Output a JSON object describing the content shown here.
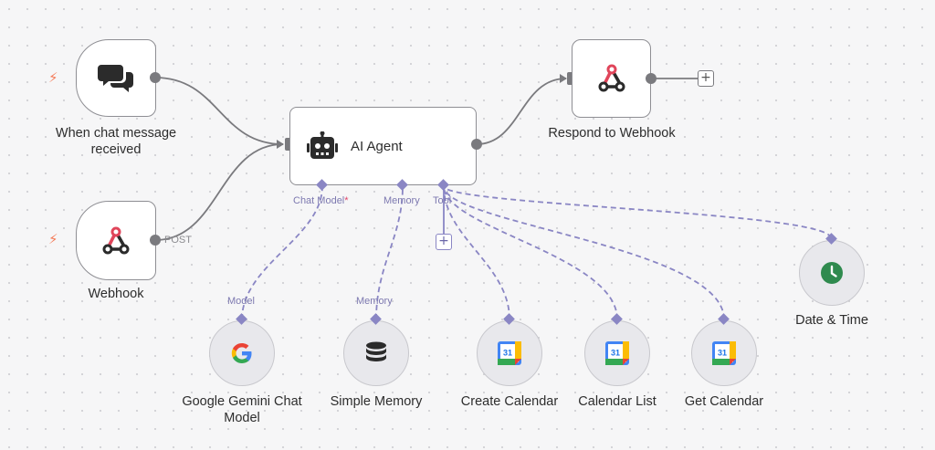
{
  "nodes": {
    "chat_trigger": {
      "label_line1": "When chat message",
      "label_line2": "received"
    },
    "webhook": {
      "label": "Webhook",
      "port_label": "POST"
    },
    "ai_agent": {
      "label": "AI Agent",
      "port_chat_model": "Chat Model",
      "required_mark": "*",
      "port_memory": "Memory",
      "port_tool": "Tool"
    },
    "respond": {
      "label": "Respond to Webhook"
    },
    "gemini": {
      "label_line1": "Google Gemini Chat",
      "label_line2": "Model",
      "port_label": "Model"
    },
    "memory": {
      "label": "Simple Memory",
      "port_label": "Memory"
    },
    "create_calendar": {
      "label": "Create Calendar"
    },
    "calendar_list": {
      "label": "Calendar List"
    },
    "get_calendar": {
      "label": "Get Calendar"
    },
    "date_time": {
      "label": "Date & Time"
    }
  },
  "icons": {
    "trigger": "lightning-bolt-icon",
    "chat": "chat-bubbles-icon",
    "webhook": "webhook-icon",
    "robot": "robot-icon",
    "google": "google-g-icon",
    "database": "database-icon",
    "calendar": "google-calendar-icon",
    "clock": "clock-icon",
    "calendar_day": "31"
  },
  "colors": {
    "node_border": "#8e8e93",
    "connection": "#7a7a7e",
    "sub_connection": "#8a86c4",
    "trigger_bolt": "#f47c5a",
    "webhook_red": "#e0455a",
    "clock_green": "#2f8a4e"
  }
}
